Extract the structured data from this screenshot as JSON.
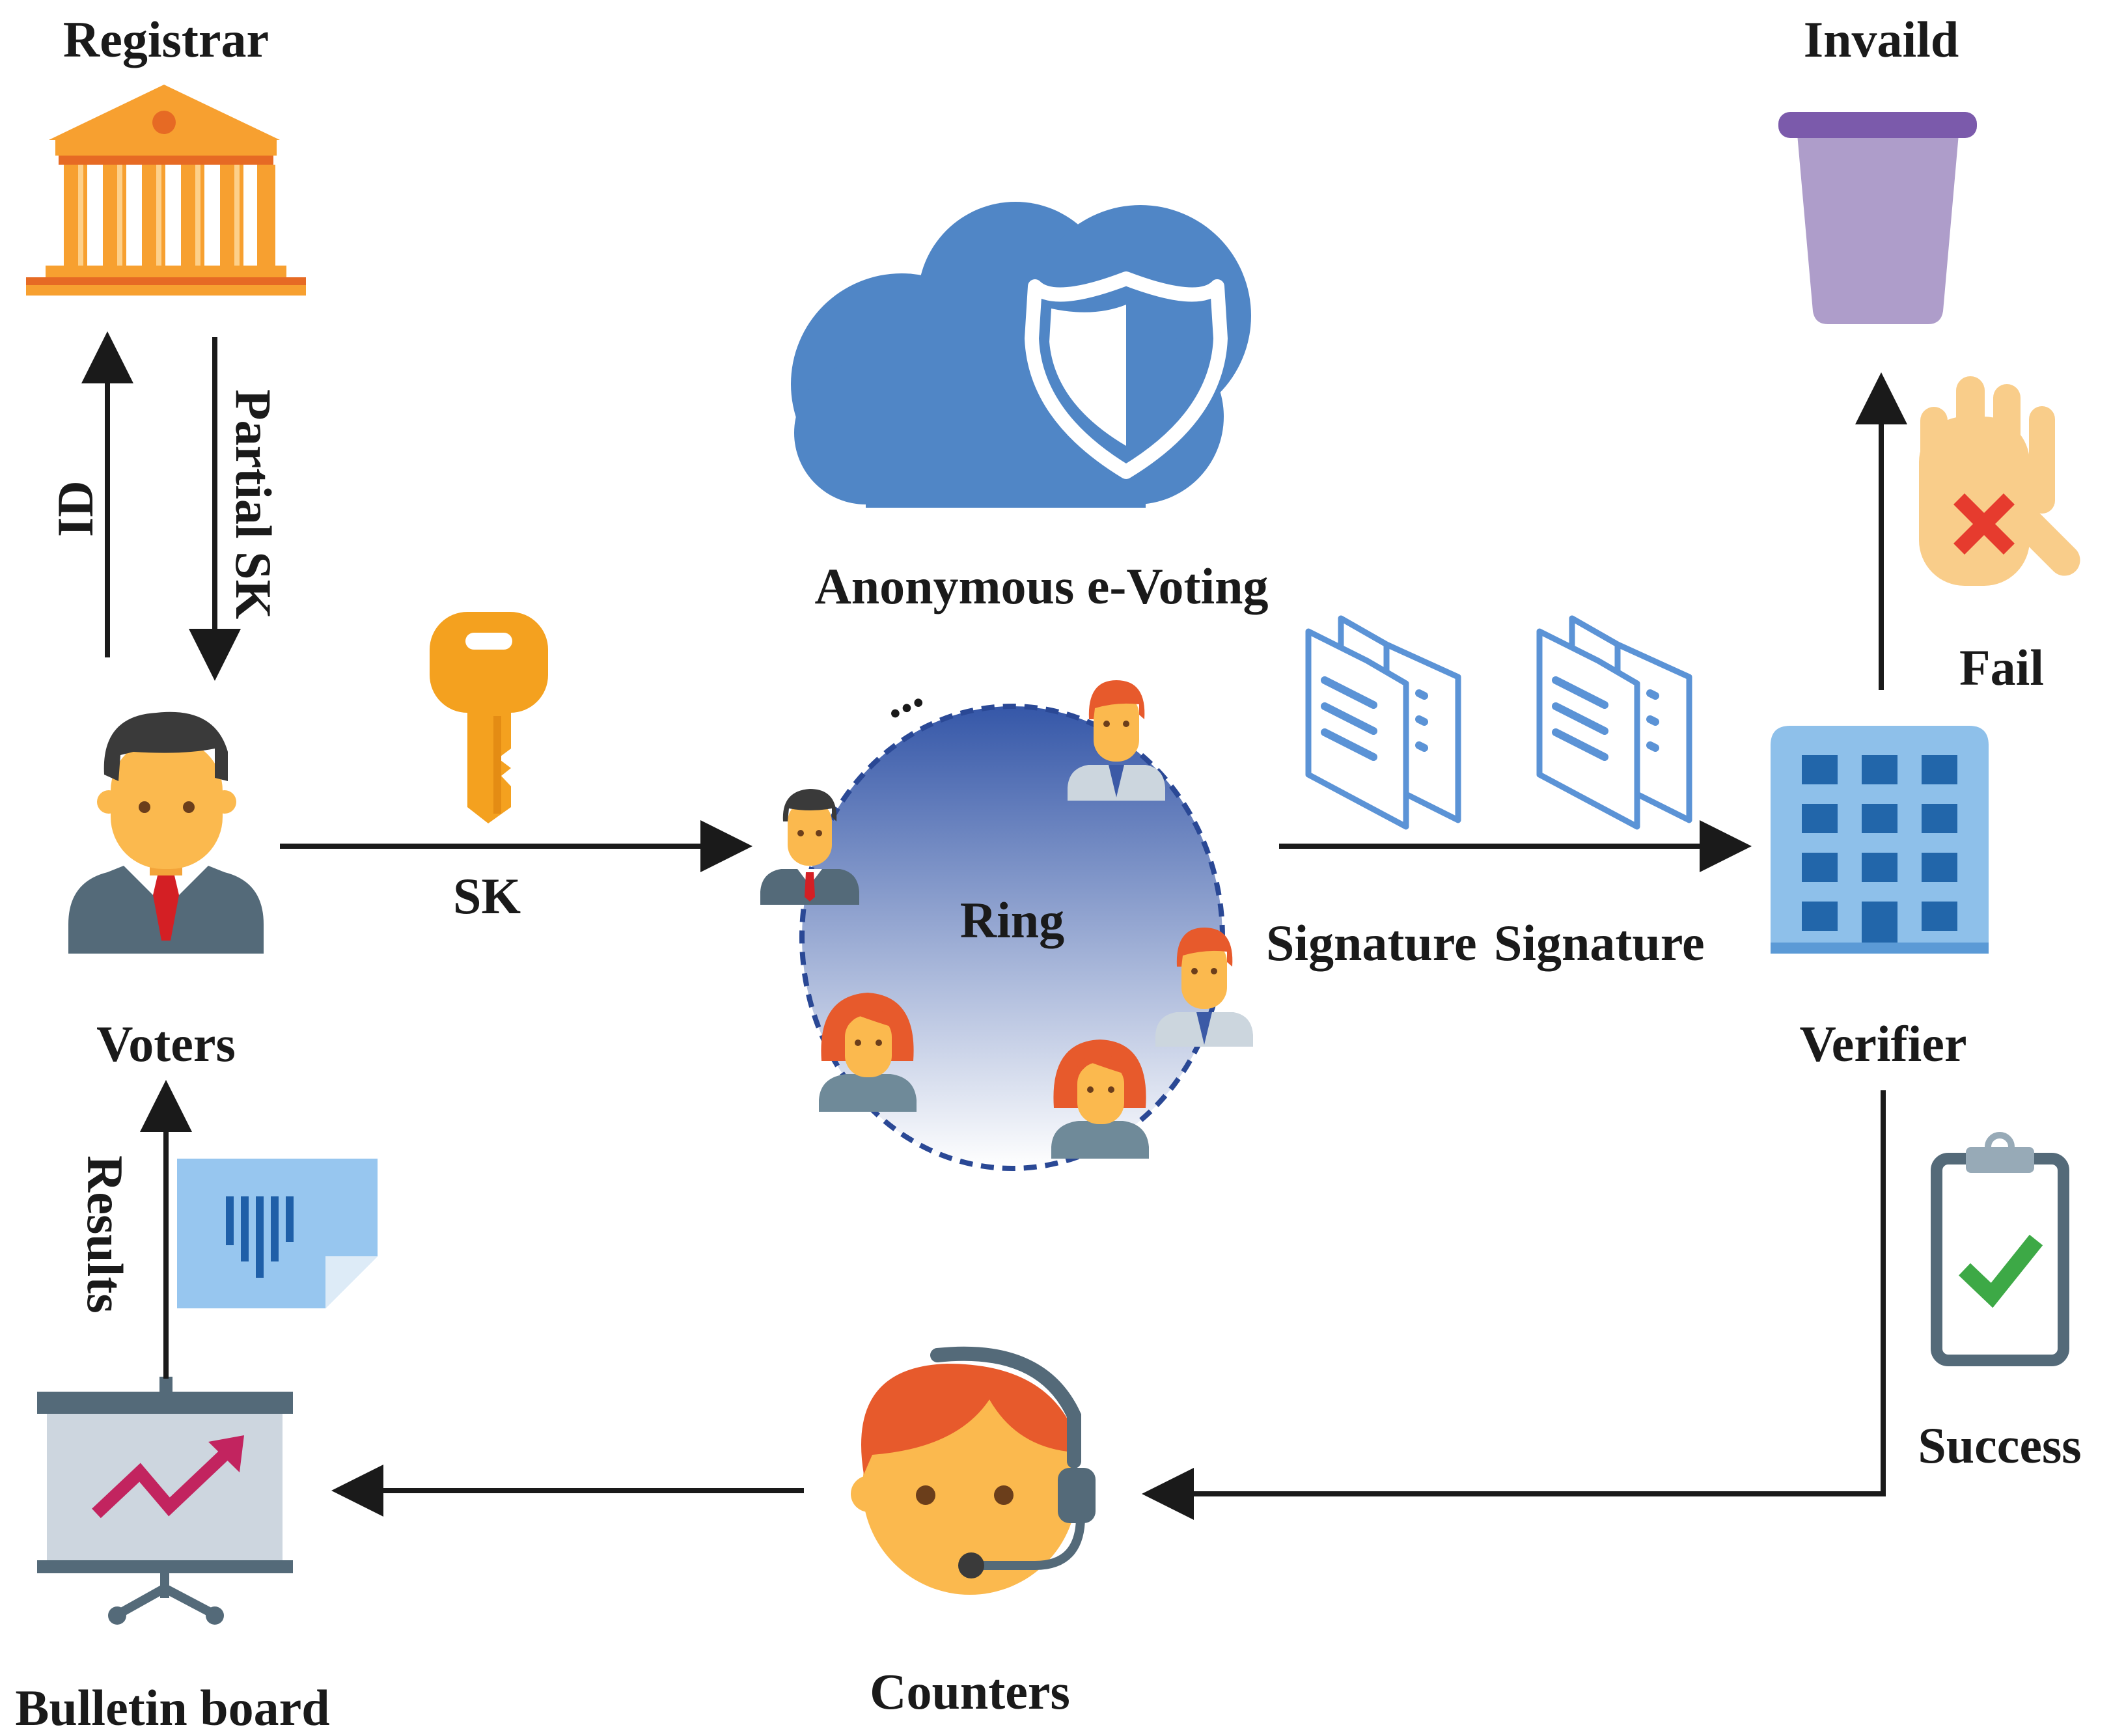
{
  "labels": {
    "registrar": "Registrar",
    "invalid": "Invaild",
    "id": "ID",
    "partial_sk": "Partial SK",
    "anonymous": "Anonymous e-Voting",
    "fail": "Fail",
    "sk": "SK",
    "ring": "Ring",
    "signature_1": "Signature",
    "signature_2": "Signature",
    "voters": "Voters",
    "verifier": "Verifier",
    "results": "Results",
    "success": "Success",
    "bulletin": "Bulletin board",
    "counters": "Counters",
    "ellipsis": "..."
  },
  "colors": {
    "arrow": "#1a1a1a",
    "registrar": "#F7A030",
    "cloud": "#5086C6",
    "trash": "#AE9DCA",
    "key": "#F4A11F",
    "document": "#5B93D6",
    "building": "#8EC0EA",
    "ring_top": "#3557A8",
    "ring_bottom": "#FFFFFF",
    "hair_orange": "#E75A2C",
    "skin": "#FBB94E",
    "checkmark": "#3DA946",
    "cross": "#E63B2E",
    "chart_line": "#C2245F"
  }
}
